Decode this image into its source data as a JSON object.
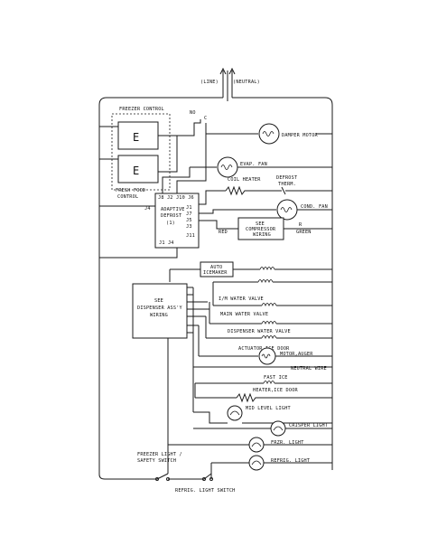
{
  "supply": {
    "line": "(LINE)",
    "neutral": "(NEUTRAL)"
  },
  "controls": {
    "freezer_control": "FREEZER CONTROL",
    "fresh_food_control_1": "FRESH FOOD",
    "fresh_food_control_2": "CONTROL",
    "no": "NO",
    "c": "C"
  },
  "defrost": {
    "line1": "ADAPTIVE",
    "line2": "DEFROST",
    "line3": "(1)",
    "top_pins": "J8 J2 J10 J6",
    "left_pin": "J4",
    "pins_right": [
      "J1",
      "J7",
      "J5",
      "J3",
      "J11"
    ],
    "bottom_pins": "J1 J4"
  },
  "loads": {
    "damper_motor": "DAMPER MOTOR",
    "evap_fan": "EVAP. FAN",
    "coil_heater": "COIL HEATER",
    "defrost_therm_1": "DEFROST",
    "defrost_therm_2": "THERM.",
    "cond_fan": "COND. FAN",
    "compressor_1": "SEE",
    "compressor_2": "COMPRESSOR",
    "compressor_3": "WIRING",
    "red": "RED",
    "r": "R",
    "green": "GREEN",
    "auto_icemaker_1": "AUTO",
    "auto_icemaker_2": "ICEMAKER",
    "im_water_valve": "I/M WATER VALVE",
    "main_water_valve": "MAIN WATER VALVE",
    "dispenser_water_valve": "DISPENSER WATER VALVE",
    "actuator_ice_door": "ACTUATOR,ICE DOOR",
    "motor_auger": "MOTOR,AUGER",
    "neutral_wire": "NEUTRAL WIRE",
    "fast_ice": "FAST ICE",
    "heater_ice_door": "HEATER,ICE DOOR",
    "mid_level_light": "MID LEVEL LIGHT",
    "crisper_light": "CRISPER LIGHT",
    "frzr_light": "FRZR. LIGHT",
    "refrig_light": "REFRIG. LIGHT"
  },
  "dispenser": {
    "line1": "SEE",
    "line2": "DISPENSER ASS'Y",
    "line3": "WIRING"
  },
  "switches": {
    "freezer_light_1": "FREEZER LIGHT /",
    "freezer_light_2": "SAFETY SWITCH",
    "refrig_light_switch": "REFRIG. LIGHT SWITCH"
  }
}
